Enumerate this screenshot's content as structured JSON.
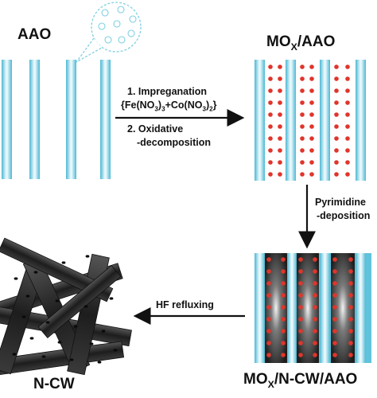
{
  "labels": {
    "aao": "AAO",
    "mox_aao_main": "MO",
    "mox_aao_sub": "X",
    "mox_aao_rest": "/AAO",
    "step1_line1": "1. Impreganation",
    "step1_l2_a": "{Fe(NO",
    "step1_l2_s1": "3",
    "step1_l2_b": ")",
    "step1_l2_s2": "3",
    "step1_l2_c": "+Co(NO",
    "step1_l2_s3": "3",
    "step1_l2_d": ")",
    "step1_l2_s4": "2",
    "step1_l2_e": "}",
    "step2_line1": "2. Oxidative",
    "step2_line2": "-decomposition",
    "pyr_line1": "Pyrimidine",
    "pyr_line2": "-deposition",
    "hf": "HF refluxing",
    "moxcw_main": "MO",
    "moxcw_sub": "X",
    "moxcw_rest": "/N-CW/AAO",
    "ncw": "N-CW"
  },
  "colors": {
    "channel": "#5fc3dc",
    "channel_light": "#e6f7fb",
    "dot": "#e0352b",
    "carbon_dark": "#2b2b2b",
    "carbon_mid": "#6a6a6a",
    "arrow": "#111111",
    "bubble": "#7fd0e0"
  }
}
